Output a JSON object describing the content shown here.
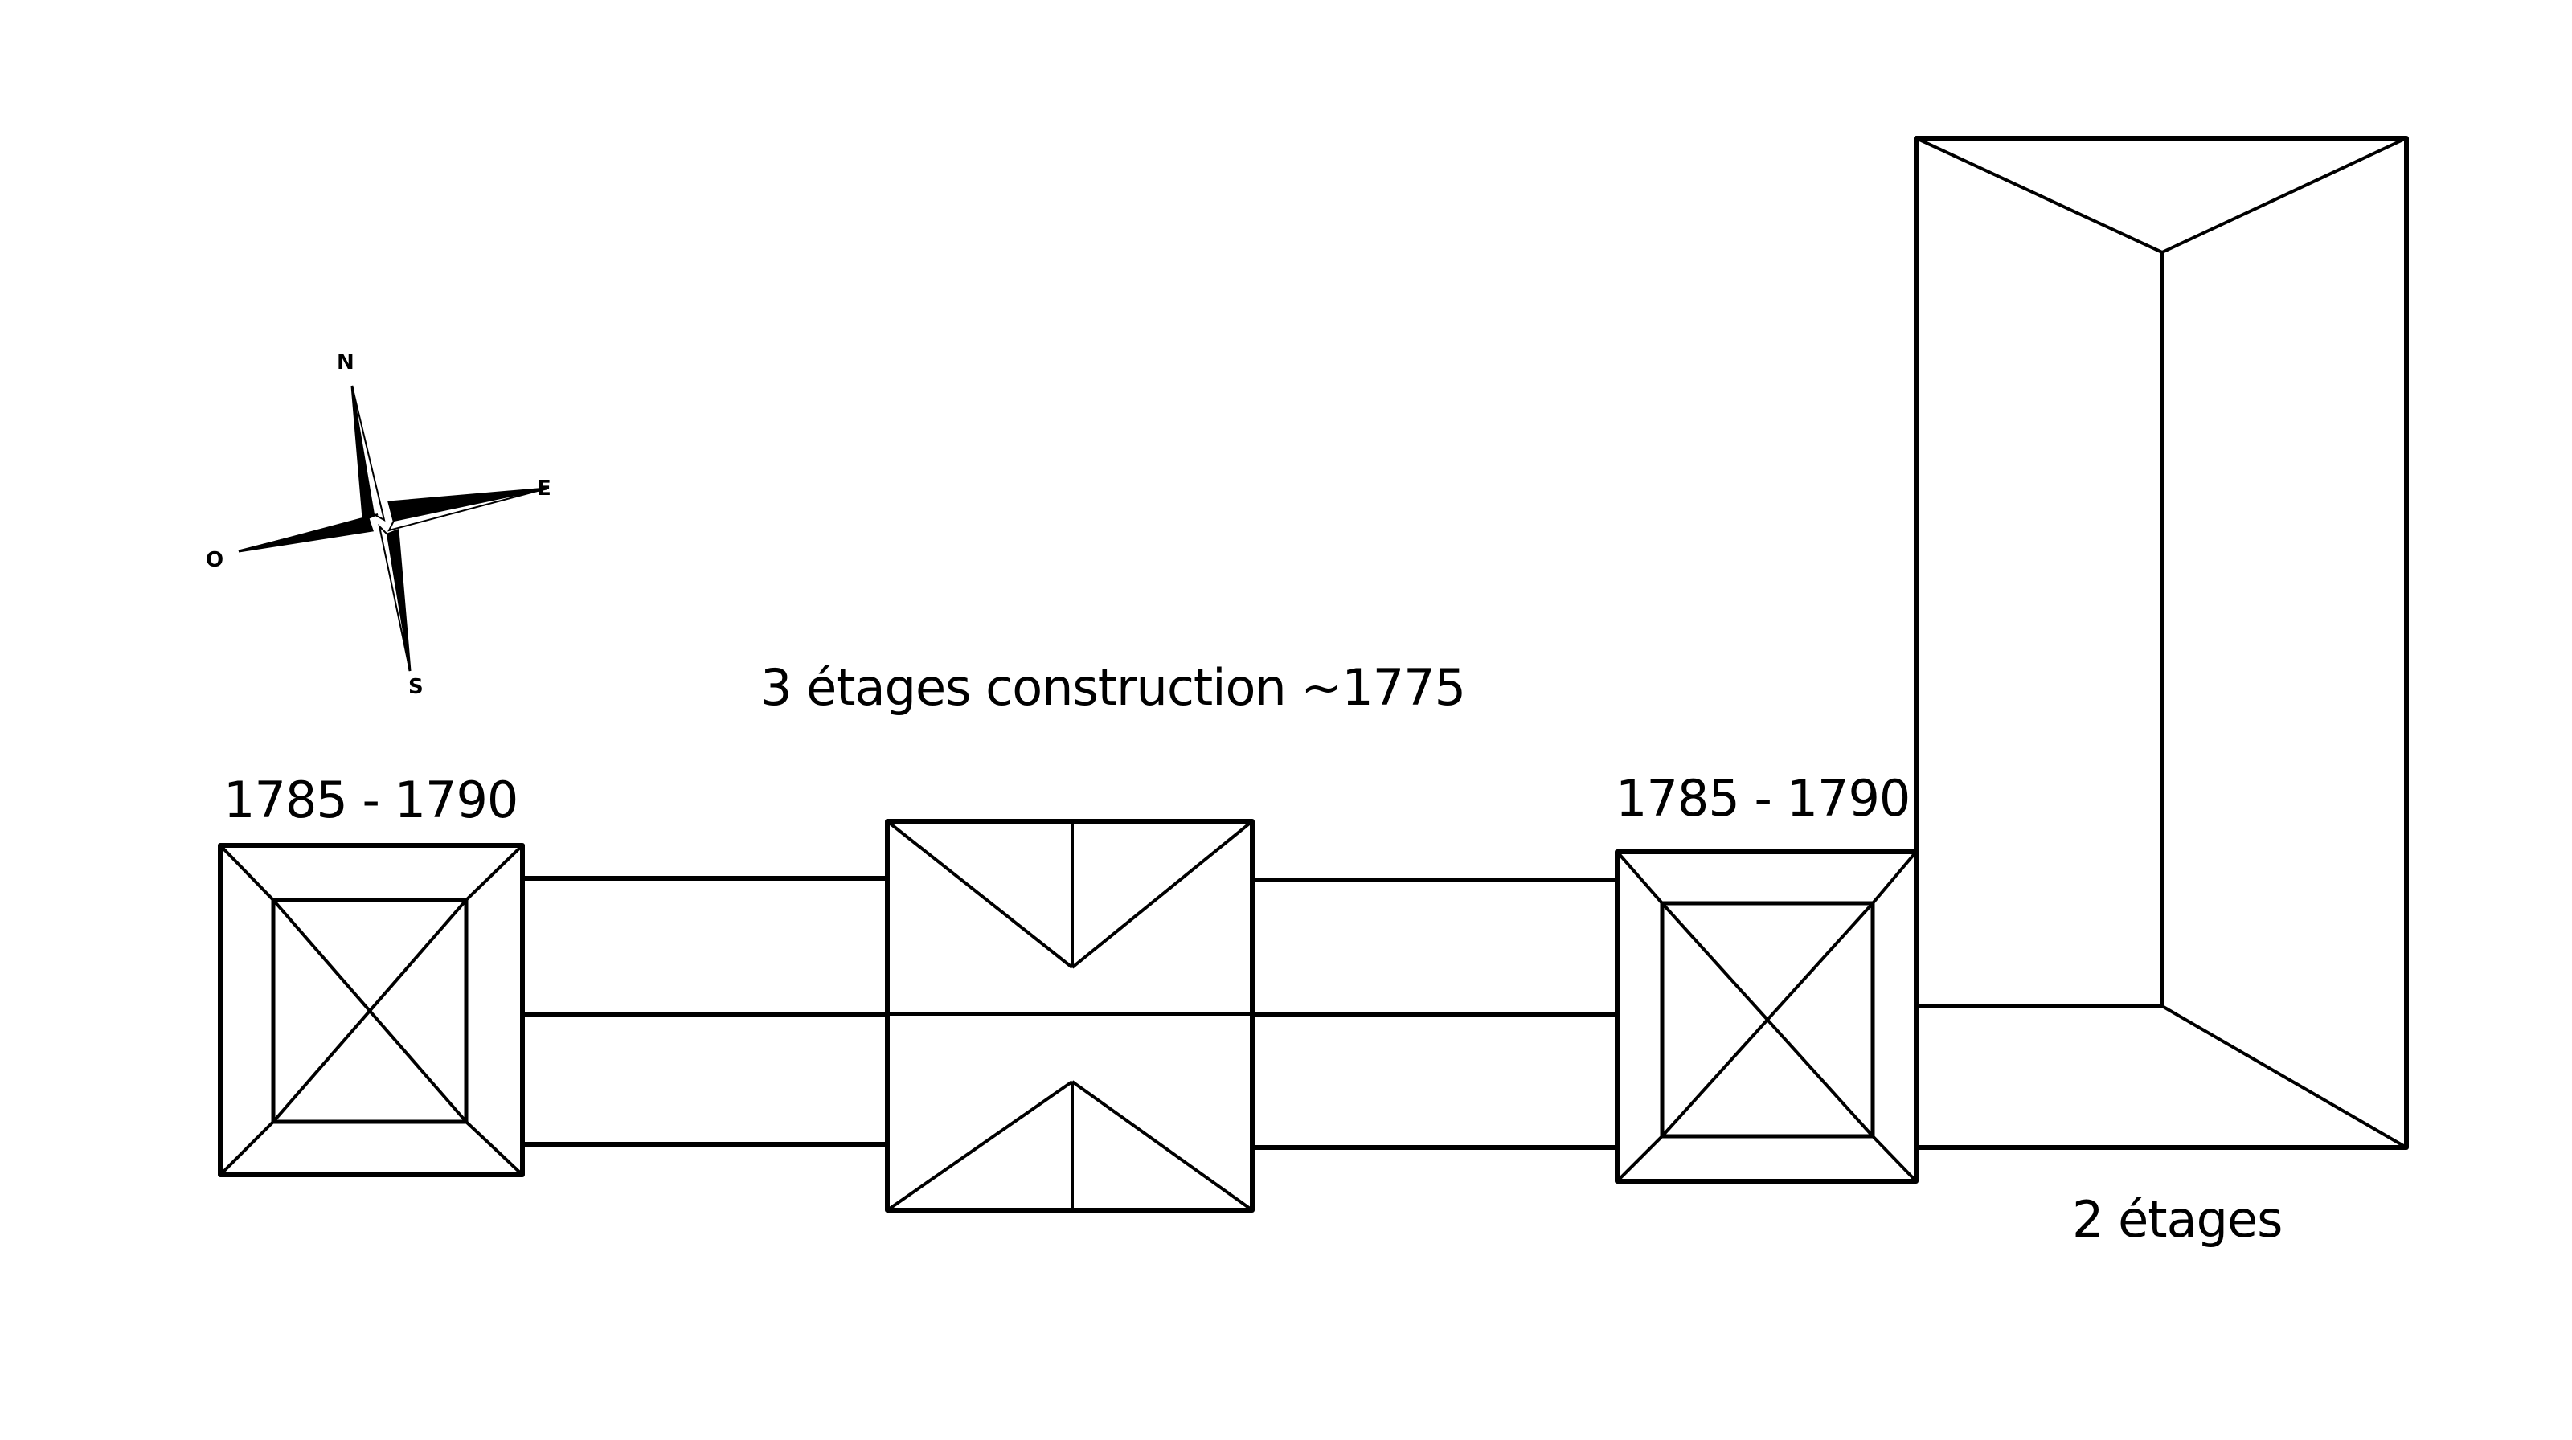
{
  "labels": {
    "left_pavilion": "1785 - 1790",
    "center_block": "3 étages construction ~1775",
    "right_pavilion": "1785 - 1790",
    "east_wing": "2 étages"
  },
  "compass": {
    "north": "N",
    "east": "E",
    "south": "S",
    "west": "O"
  }
}
